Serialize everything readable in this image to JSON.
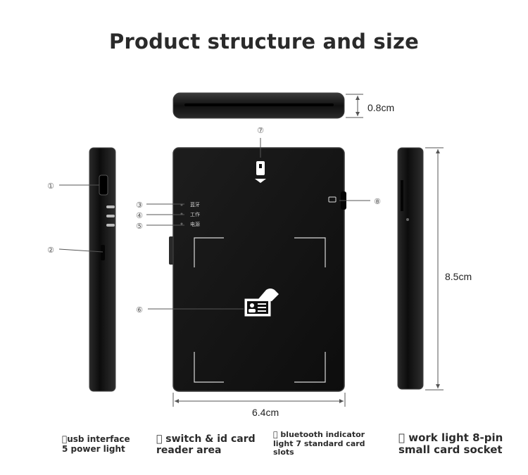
{
  "title": "Product structure and size",
  "dimensions": {
    "thickness": "0.8cm",
    "height": "8.5cm",
    "width": "6.4cm"
  },
  "callouts": [
    "①",
    "②",
    "③",
    "④",
    "⑤",
    "⑥",
    "⑦",
    "⑧"
  ],
  "device_labels": {
    "bluetooth": "蓝牙",
    "work": "工作",
    "power": "电源"
  },
  "captions": {
    "cap1": [
      "usb interface",
      "5 power light"
    ],
    "cap2": [
      " switch & id card",
      "reader area"
    ],
    "cap3": [
      " bluetooth indicator",
      "light 7 standard card",
      "slots"
    ],
    "cap4": [
      " work light 8-pin",
      "small card socket"
    ]
  },
  "colors": {
    "device_body": "#121212",
    "device_edge": "#3a3a3a",
    "line": "#555555"
  }
}
